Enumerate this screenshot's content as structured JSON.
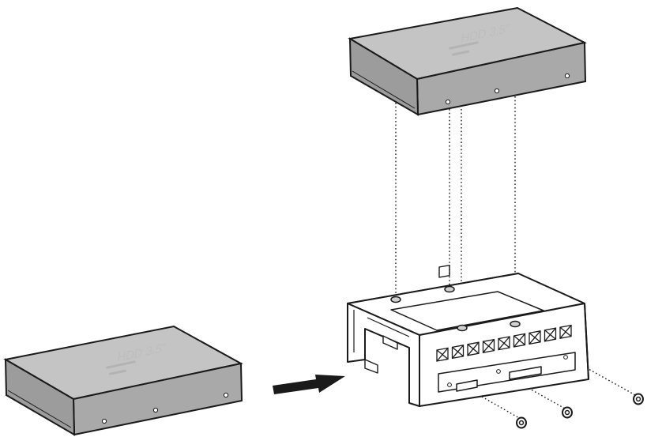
{
  "hdd_top": {
    "label": "HDD 3.5\"",
    "top_color": "#c4c4c4",
    "side_color": "#a9a9a9",
    "edge_color": "#1a1a1a"
  },
  "hdd_bottom": {
    "label": "HDD 3.5\"",
    "top_color": "#c4c4c4",
    "side_color": "#a9a9a9",
    "edge_color": "#1a1a1a"
  },
  "cage": {
    "fill": "#ffffff",
    "stroke": "#1a1a1a"
  },
  "arrow": {
    "color": "#1a1a1a",
    "icon": "right-arrow-icon"
  },
  "guides": {
    "style": "dotted",
    "color": "#1a1a1a"
  },
  "screws": {
    "count": 3,
    "icon": "screw-icon"
  }
}
